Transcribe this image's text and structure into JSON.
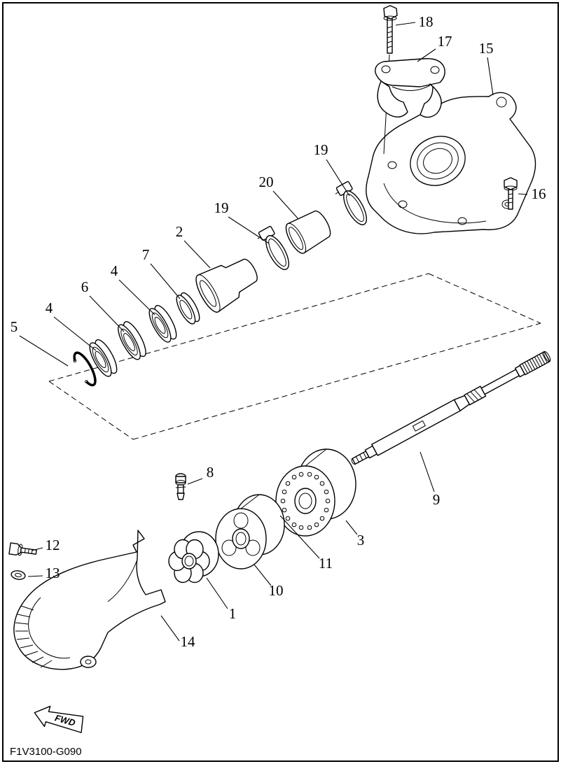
{
  "diagram": {
    "code": "F1V3100-G090",
    "fwd_label": "FWD",
    "background_color": "#ffffff",
    "line_color": "#000000",
    "callouts": [
      {
        "label": "18"
      },
      {
        "label": "17"
      },
      {
        "label": "15"
      },
      {
        "label": "16"
      },
      {
        "label": "19"
      },
      {
        "label": "20"
      },
      {
        "label": "19"
      },
      {
        "label": "2"
      },
      {
        "label": "7"
      },
      {
        "label": "4"
      },
      {
        "label": "6"
      },
      {
        "label": "4"
      },
      {
        "label": "5"
      },
      {
        "label": "9"
      },
      {
        "label": "3"
      },
      {
        "label": "11"
      },
      {
        "label": "10"
      },
      {
        "label": "1"
      },
      {
        "label": "8"
      },
      {
        "label": "12"
      },
      {
        "label": "13"
      },
      {
        "label": "14"
      }
    ]
  }
}
